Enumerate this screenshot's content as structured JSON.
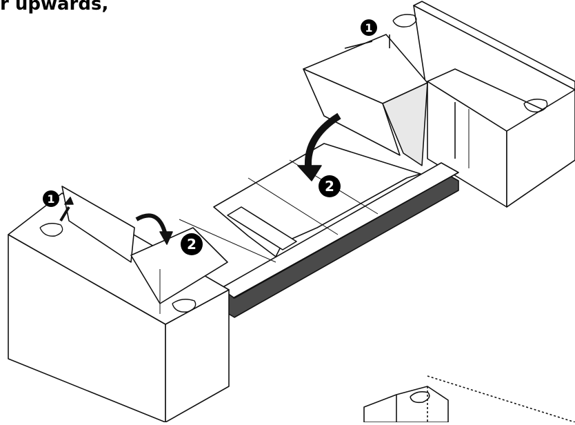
{
  "caption": {
    "text": "r upwards,"
  },
  "steps": [
    {
      "id": "step-1-right",
      "label": "1"
    },
    {
      "id": "step-1-left",
      "label": "1"
    },
    {
      "id": "step-2-center",
      "label": "2"
    },
    {
      "id": "step-2-left",
      "label": "2"
    }
  ],
  "colors": {
    "line": "#111111",
    "bar": "#4a4a4a",
    "fill": "#ffffff",
    "shade": "#d9d9d9",
    "badge": "#000000"
  }
}
